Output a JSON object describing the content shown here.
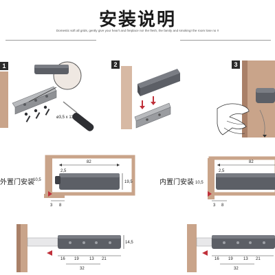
{
  "header": {
    "title": "安装说明",
    "subtitle": "Domestic soft all grids, gently give your hear't and fireplace no! the flesh, the family and smoking! the room lose no !!"
  },
  "steps": [
    {
      "number": "1"
    },
    {
      "number": "2"
    },
    {
      "number": "3"
    }
  ],
  "step1": {
    "screw_spec": "ø3,5 x 13"
  },
  "outer_install": {
    "label": "外置门安装",
    "dim_top": "82",
    "dim_gap": "2,5",
    "dim_left": "10,5",
    "dim_right": "19,5",
    "dim_bottom_a": "3",
    "dim_bottom_b": "8"
  },
  "inner_install": {
    "label": "内置门安装",
    "dim_top": "82",
    "dim_gap": "2,5",
    "dim_left": "10,5",
    "dim_bottom_a": "3",
    "dim_bottom_b": "8"
  },
  "bottom_left": {
    "dim_height": "14,5",
    "dims": [
      "16",
      "19",
      "13",
      "21"
    ],
    "dim_total": "32"
  },
  "bottom_right": {
    "dims": [
      "16",
      "19",
      "13",
      "21"
    ],
    "dim_total": "32"
  },
  "colors": {
    "wood": "#c9a48a",
    "wood_dark": "#a98068",
    "device": "#5c5f66",
    "bracket": "#a7a9ad",
    "accent": "#c0303a"
  }
}
